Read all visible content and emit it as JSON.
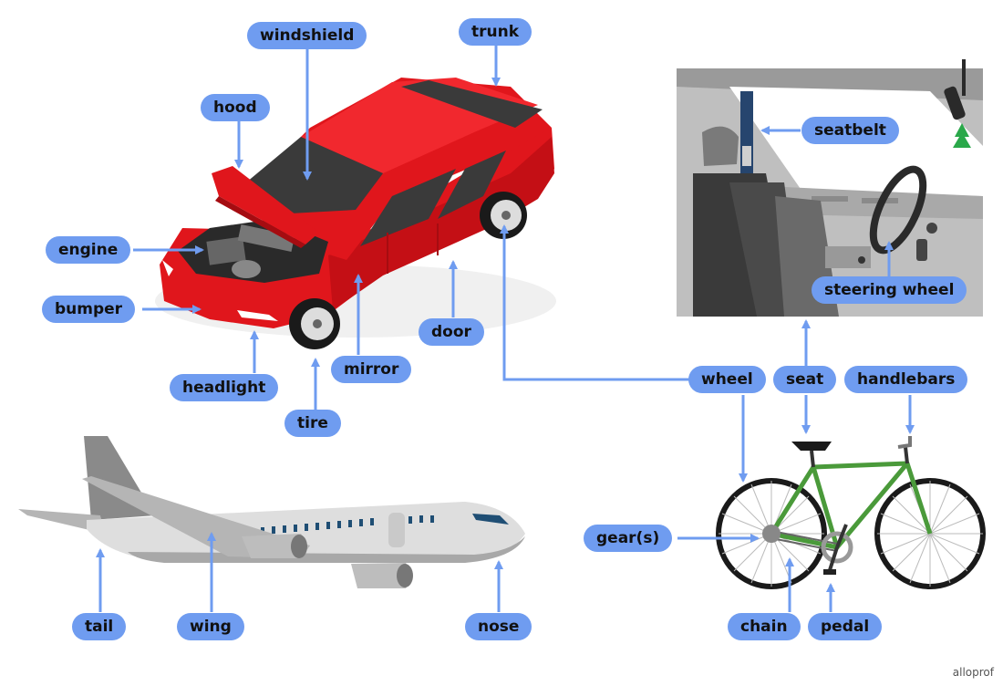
{
  "labels": {
    "windshield": "windshield",
    "trunk": "trunk",
    "hood": "hood",
    "engine": "engine",
    "bumper": "bumper",
    "headlight": "headlight",
    "tire": "tire",
    "mirror": "mirror",
    "door": "door",
    "seatbelt": "seatbelt",
    "steering_wheel": "steering wheel",
    "wheel": "wheel",
    "seat": "seat",
    "handlebars": "handlebars",
    "gears": "gear(s)",
    "chain": "chain",
    "pedal": "pedal",
    "tail": "tail",
    "wing": "wing",
    "nose": "nose"
  },
  "credit": "alloprof",
  "colors": {
    "label_bg": "#6f9cf0",
    "arrow": "#6f9cf0",
    "car_body": "#e0161c",
    "bike_frame": "#4a9a3a",
    "plane_body": "#d9d9d9"
  }
}
